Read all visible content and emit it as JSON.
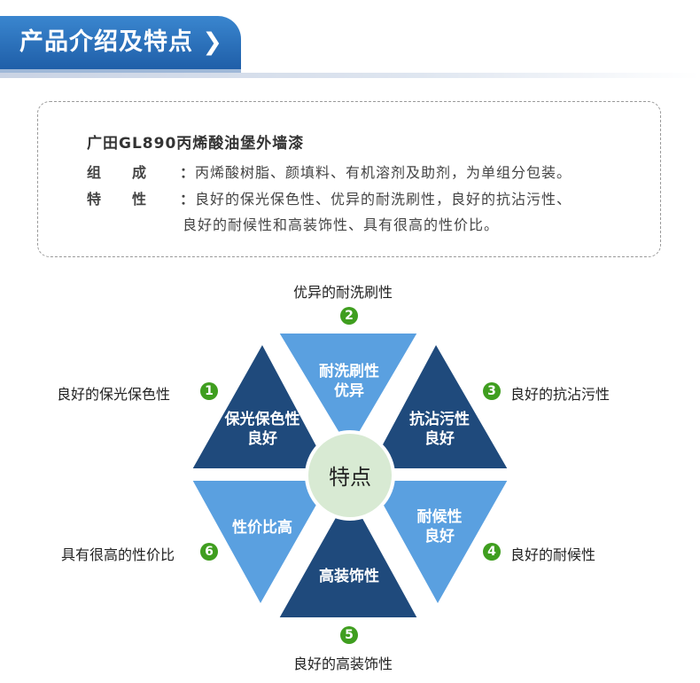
{
  "header": {
    "title": "产品介绍及特点 ❯"
  },
  "intro": {
    "title": "广田GL890丙烯酸油堡外墙漆",
    "composition_label": "组　　成",
    "composition_value": "丙烯酸树脂、颜填料、有机溶剂及助剂，为单组分包装。",
    "feature_label": "特　　性",
    "feature_value_1": "良好的保光保色性、优异的耐洗刷性，良好的抗沾污性、",
    "feature_value_2": "良好的耐候性和高装饰性、具有很高的性价比。",
    "colon": "："
  },
  "diagram": {
    "center": "特点",
    "features": [
      {
        "num": "1",
        "label": "良好的保光保色性",
        "tri_line1": "保光保色性",
        "tri_line2": "良好"
      },
      {
        "num": "2",
        "label": "优异的耐洗刷性",
        "tri_line1": "耐洗刷性",
        "tri_line2": "优异"
      },
      {
        "num": "3",
        "label": "良好的抗沾污性",
        "tri_line1": "抗沾污性",
        "tri_line2": "良好"
      },
      {
        "num": "4",
        "label": "良好的耐候性",
        "tri_line1": "耐候性",
        "tri_line2": "良好"
      },
      {
        "num": "5",
        "label": "良好的高装饰性",
        "tri_line1": "高装饰性",
        "tri_line2": ""
      },
      {
        "num": "6",
        "label": "具有很高的性价比",
        "tri_line1": "性价比高",
        "tri_line2": ""
      }
    ],
    "colors": {
      "dark": "#1f4a7c",
      "light": "#5aa0e0",
      "badge": "#3f9e1f"
    }
  }
}
